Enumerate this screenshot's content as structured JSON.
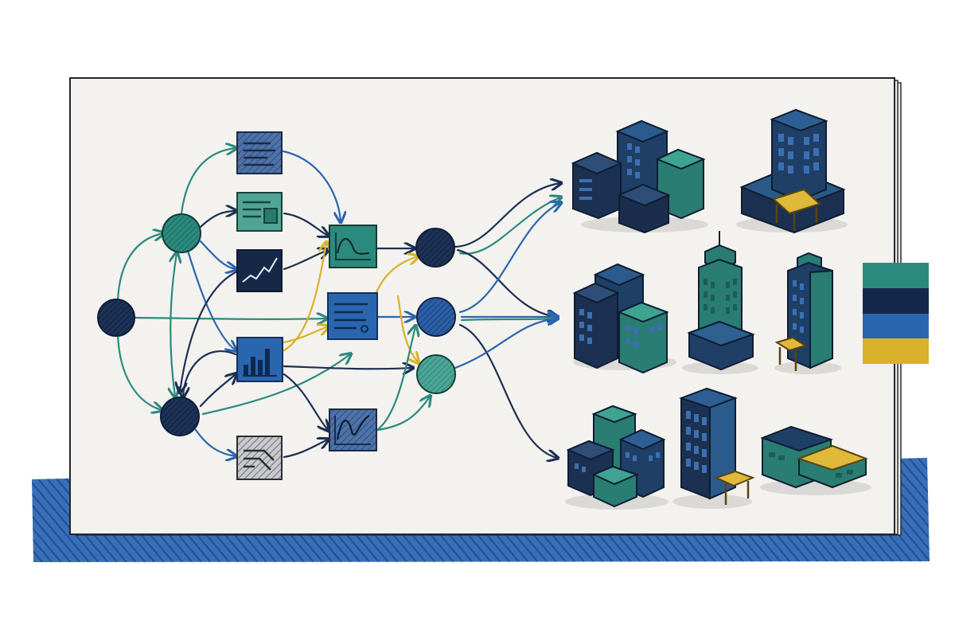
{
  "colors": {
    "paper": "#f3f2ee",
    "ink": "#1c2b44",
    "navy": "#14284a",
    "teal": "#2b8a7e",
    "blue": "#2a66ad",
    "gold": "#d9b12a",
    "floor": "#2c5fa6",
    "building_dark": "#1f3555",
    "building_teal": "#2a7d73",
    "window_blue": "#3c6fb3"
  },
  "palette_swatches": [
    "#2b8a7e",
    "#14284a",
    "#2a66ad",
    "#d9b12a"
  ],
  "flow": {
    "source_node": {
      "icon": "circle-node",
      "color": "navy"
    },
    "hub_nodes": [
      {
        "icon": "circle-node",
        "color": "teal"
      },
      {
        "icon": "circle-node",
        "color": "navy"
      }
    ],
    "document_cards": [
      {
        "icon": "text-lines-icon",
        "style": "hatched-blue"
      },
      {
        "icon": "text-with-image-icon",
        "style": "teal"
      },
      {
        "icon": "line-chart-icon",
        "style": "navy"
      },
      {
        "icon": "bar-chart-icon",
        "style": "blue"
      },
      {
        "icon": "slanted-lines-icon",
        "style": "hatched-gray"
      }
    ],
    "analysis_cards": [
      {
        "icon": "curve-chart-icon",
        "style": "teal"
      },
      {
        "icon": "report-icon",
        "style": "blue"
      },
      {
        "icon": "wave-chart-icon",
        "style": "hatched-blue"
      }
    ],
    "output_nodes": [
      {
        "icon": "circle-node",
        "color": "navy"
      },
      {
        "icon": "circle-node",
        "color": "blue"
      },
      {
        "icon": "circle-node",
        "color": "teal"
      }
    ]
  },
  "buildings": [
    {
      "icon": "office-cluster-icon"
    },
    {
      "icon": "tower-with-canopy-icon"
    },
    {
      "icon": "apartment-cluster-icon"
    },
    {
      "icon": "spire-tower-icon"
    },
    {
      "icon": "slim-tower-icon"
    },
    {
      "icon": "teal-cluster-icon"
    },
    {
      "icon": "glass-tower-icon"
    },
    {
      "icon": "low-warehouse-icon"
    }
  ]
}
